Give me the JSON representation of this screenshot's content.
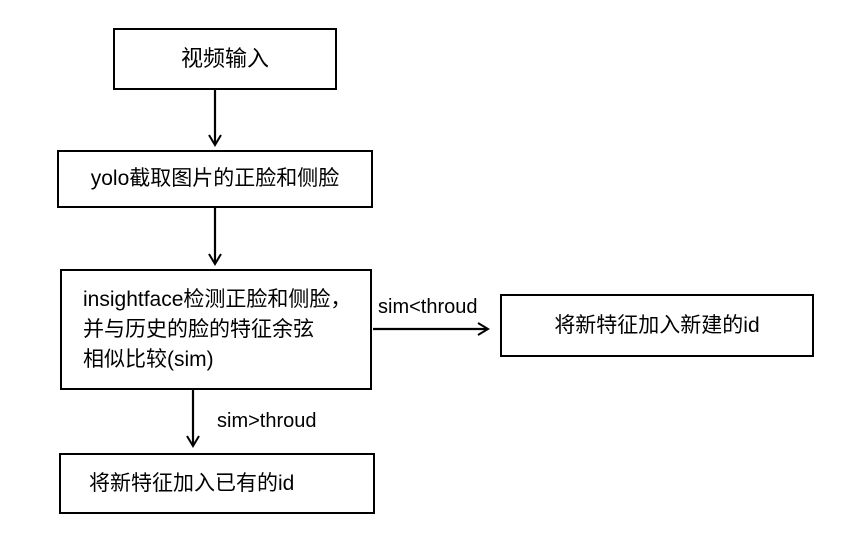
{
  "flowchart": {
    "nodes": {
      "video_input": {
        "label": "视频输入"
      },
      "yolo": {
        "label": "yolo截取图片的正脸和侧脸"
      },
      "insightface": {
        "line1": "insightface检测正脸和侧脸，",
        "line2": "并与历史的脸的特征余弦",
        "line3": "相似比较(sim)"
      },
      "new_id": {
        "label": "将新特征加入新建的id"
      },
      "existing_id": {
        "label": "将新特征加入已有的id"
      }
    },
    "edges": {
      "video_to_yolo": {
        "label": ""
      },
      "yolo_to_insightface": {
        "label": ""
      },
      "insightface_to_new_id": {
        "label": "sim<throud"
      },
      "insightface_to_existing_id": {
        "label": "sim>throud"
      }
    },
    "colors": {
      "background": "#ffffff",
      "box_border": "#000000",
      "text": "#000000",
      "arrow": "#000000"
    }
  }
}
